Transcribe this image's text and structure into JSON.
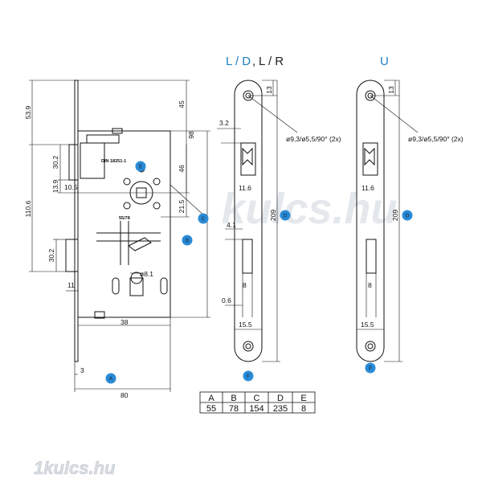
{
  "headers": {
    "left_part1": "L / D",
    "left_sep": ",",
    "left_part2": "L / R",
    "right": "U"
  },
  "label_text": {
    "din": "DIN 18251-1",
    "backset_mark": "55/78"
  },
  "dims": {
    "d53_9": "53.9",
    "d45": "45",
    "d98": "98",
    "d110_6": "110.6",
    "d30_2a": "30.2",
    "d46": "46",
    "d13_9": "13.9",
    "d10_5": "10.5",
    "d21_5": "21.5",
    "d30_2b": "30.2",
    "d11": "11",
    "d8_1": "ø8.1",
    "d38": "38",
    "d3": "3",
    "d80": "80",
    "d3_2": "3.2",
    "d13a": "13",
    "hole_a": "ø9,3/ø5,5/90° (2x)",
    "d11_6a": "11.6",
    "d209a": "209",
    "d4_1": "4.1",
    "d8a": "8",
    "d0_6": "0.6",
    "d15_5a": "15.5",
    "d13b": "13",
    "hole_b": "ø9,3/ø5,5/90° (2x)",
    "d11_6b": "11.6",
    "d209b": "209",
    "d8b": "8",
    "d15_5b": "15.5"
  },
  "badges": {
    "A": "A",
    "B": "B",
    "C": "C",
    "D": "D",
    "E": "E",
    "F": "F",
    "D2": "D",
    "F2": "F"
  },
  "table": {
    "headers": [
      "A",
      "B",
      "C",
      "D",
      "E"
    ],
    "values": [
      "55",
      "78",
      "154",
      "235",
      "8"
    ]
  },
  "watermarks": {
    "center": "kulcs.hu",
    "bottom": "1kulcs.hu"
  },
  "colors": {
    "badge": "#2a8bd6",
    "header": "#1c7fc4",
    "line": "#111111"
  }
}
